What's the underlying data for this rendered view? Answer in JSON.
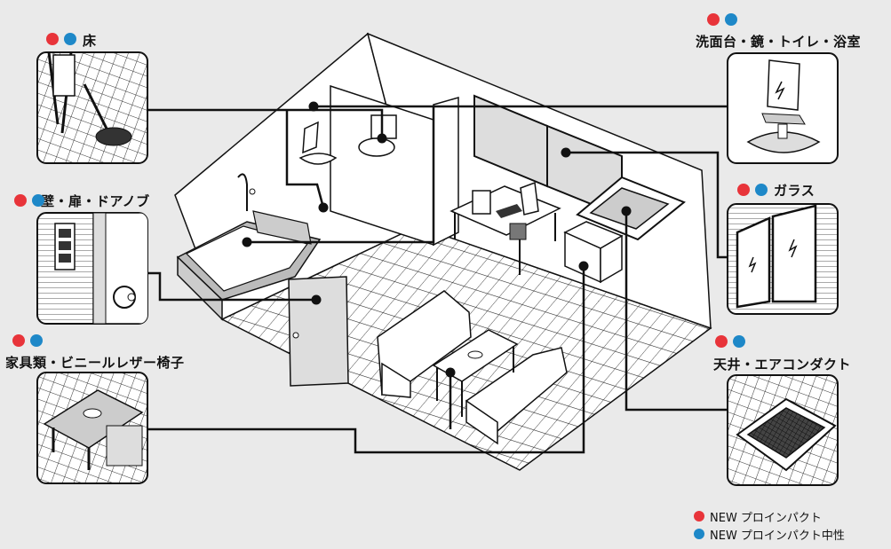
{
  "colors": {
    "red": "#e8343a",
    "blue": "#1e88c8",
    "background": "#eaeaea",
    "line": "#111111"
  },
  "labels": {
    "floor": "床",
    "wall_door": "壁・扉・ドアノブ",
    "furniture": "家具類・ビニールレザー椅子",
    "washroom": "洗面台・鏡・トイレ・浴室",
    "glass": "ガラス",
    "ceiling": "天井・エアコンダクト"
  },
  "legend": {
    "red_product": "NEW プロインパクト",
    "blue_product": "NEW プロインパクト中性"
  },
  "icons": {
    "floor_panel": "floor-scrubber-icon",
    "wall_panel": "door-knob-icon",
    "furniture_panel": "sofa-table-icon",
    "washroom_panel": "sink-mirror-icon",
    "glass_panel": "window-glass-icon",
    "ceiling_panel": "ceiling-vent-icon"
  }
}
